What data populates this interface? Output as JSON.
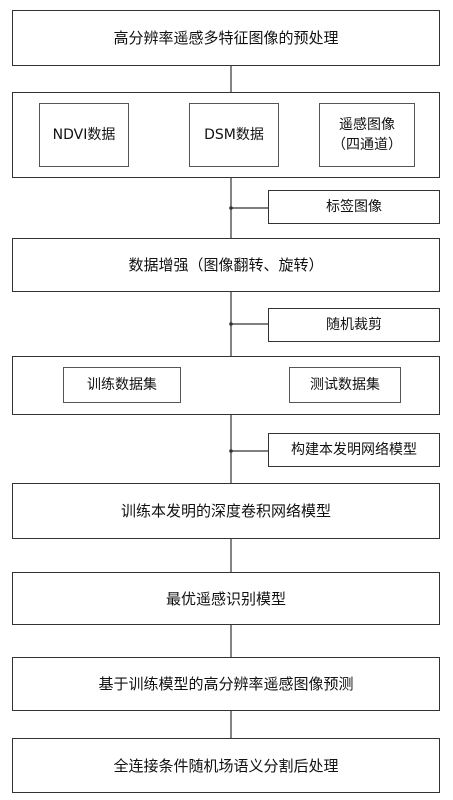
{
  "steps": {
    "preprocess": "高分辨率遥感多特征图像的预处理",
    "augment": "数据增强（图像翻转、旋转）",
    "train": "训练本发明的深度卷积网络模型",
    "best_model": "最优遥感识别模型",
    "predict": "基于训练模型的高分辨率遥感图像预测",
    "postprocess": "全连接条件随机场语义分割后处理"
  },
  "data_sources": {
    "ndvi": "NDVI数据",
    "dsm": "DSM数据",
    "rs_image": "遥感图像\n（四通道）"
  },
  "datasets": {
    "train": "训练数据集",
    "test": "测试数据集"
  },
  "side_inputs": {
    "label": "标签图像",
    "crop": "随机裁剪",
    "model": "构建本发明网络模型"
  }
}
